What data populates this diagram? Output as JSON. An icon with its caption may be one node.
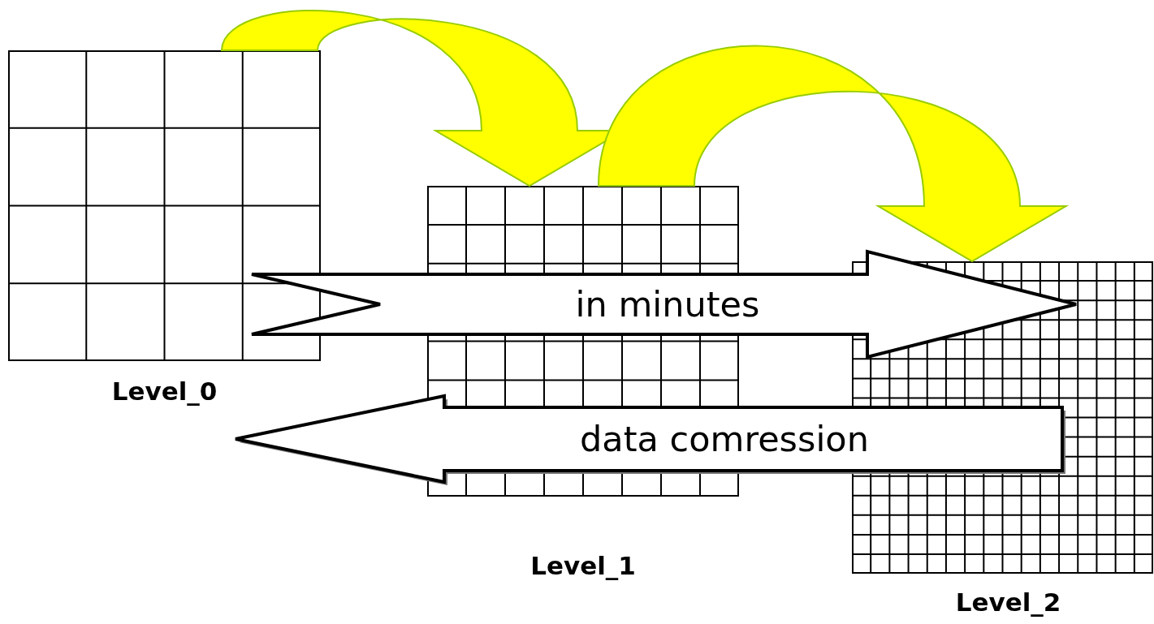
{
  "diagram": {
    "nodes": [
      {
        "text": [
          "Level_0"
        ]
      },
      {
        "text": [
          "Level_1"
        ]
      },
      {
        "text": [
          "Level_2"
        ]
      }
    ],
    "edges": [
      {
        "from": 0,
        "to": 1,
        "arrow": "to",
        "style": "thick",
        "color": "#ffff00"
      },
      {
        "from": 1,
        "to": 2,
        "arrow": "to",
        "style": "thick",
        "color": "#ffff00"
      },
      {
        "from": 0,
        "to": 2,
        "arrow": "to",
        "label": "in minutes"
      },
      {
        "from": 2,
        "to": 0,
        "arrow": "to",
        "label": "data comression"
      }
    ]
  }
}
